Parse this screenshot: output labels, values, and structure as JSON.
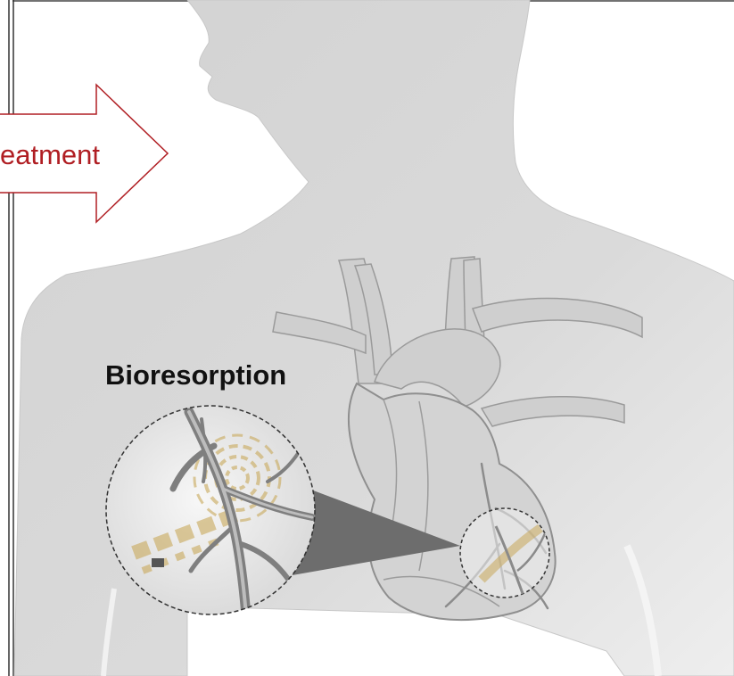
{
  "labels": {
    "arrow_text": "eatment",
    "callout_title": "Bioresorption"
  },
  "colors": {
    "body_fill": "#d8d8d8",
    "arrow_stroke": "#b01e23",
    "arrow_text": "#b01e23",
    "vessel_fill": "#8a8a8a",
    "device_gold": "#c9a85a",
    "callout_cone": "#6d6d6d"
  },
  "icons": {
    "panel_divider": "divider-line",
    "arrow": "right-arrow-icon",
    "device": "bioresorbable-device-icon"
  }
}
